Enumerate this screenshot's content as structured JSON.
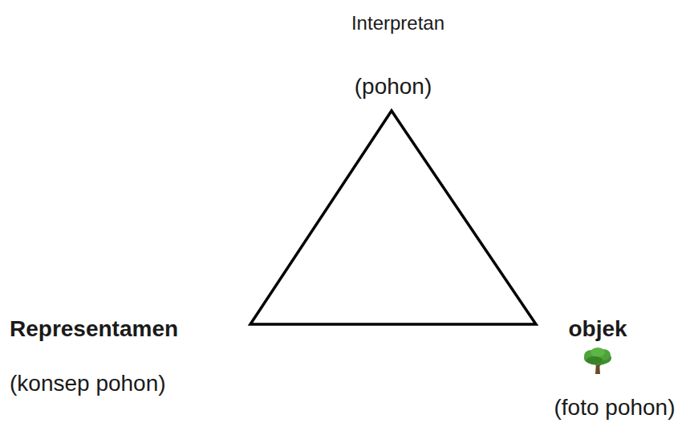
{
  "diagram": {
    "labels": [
      "Interpretan",
      "(pohon)",
      "Representamen",
      "(konsep pohon)",
      "objek",
      "(foto pohon)"
    ]
  }
}
